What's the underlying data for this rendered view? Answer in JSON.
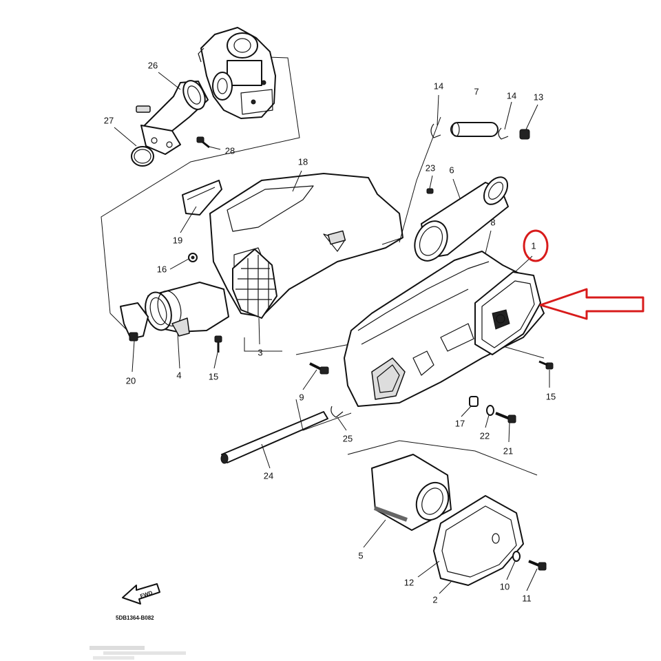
{
  "labels": [
    {
      "id": "1",
      "text": "1"
    },
    {
      "id": "2",
      "text": "2"
    },
    {
      "id": "3",
      "text": "3"
    },
    {
      "id": "4",
      "text": "4"
    },
    {
      "id": "5",
      "text": "5"
    },
    {
      "id": "6",
      "text": "6"
    },
    {
      "id": "7",
      "text": "7"
    },
    {
      "id": "8",
      "text": "8"
    },
    {
      "id": "9",
      "text": "9"
    },
    {
      "id": "10",
      "text": "10"
    },
    {
      "id": "11",
      "text": "11"
    },
    {
      "id": "12",
      "text": "12"
    },
    {
      "id": "13",
      "text": "13"
    },
    {
      "id": "14a",
      "text": "14"
    },
    {
      "id": "14b",
      "text": "14"
    },
    {
      "id": "15a",
      "text": "15"
    },
    {
      "id": "15b",
      "text": "15"
    },
    {
      "id": "16",
      "text": "16"
    },
    {
      "id": "17",
      "text": "17"
    },
    {
      "id": "18",
      "text": "18"
    },
    {
      "id": "19",
      "text": "19"
    },
    {
      "id": "20",
      "text": "20"
    },
    {
      "id": "21",
      "text": "21"
    },
    {
      "id": "22",
      "text": "22"
    },
    {
      "id": "23",
      "text": "23"
    },
    {
      "id": "24",
      "text": "24"
    },
    {
      "id": "25",
      "text": "25"
    },
    {
      "id": "26",
      "text": "26"
    },
    {
      "id": "27",
      "text": "27"
    },
    {
      "id": "28",
      "text": "28"
    }
  ],
  "drawing_code": "5DB1364-B082",
  "fwd_mark": "FWD",
  "highlight": {
    "target_label": "1",
    "color": "#d81b1b"
  }
}
